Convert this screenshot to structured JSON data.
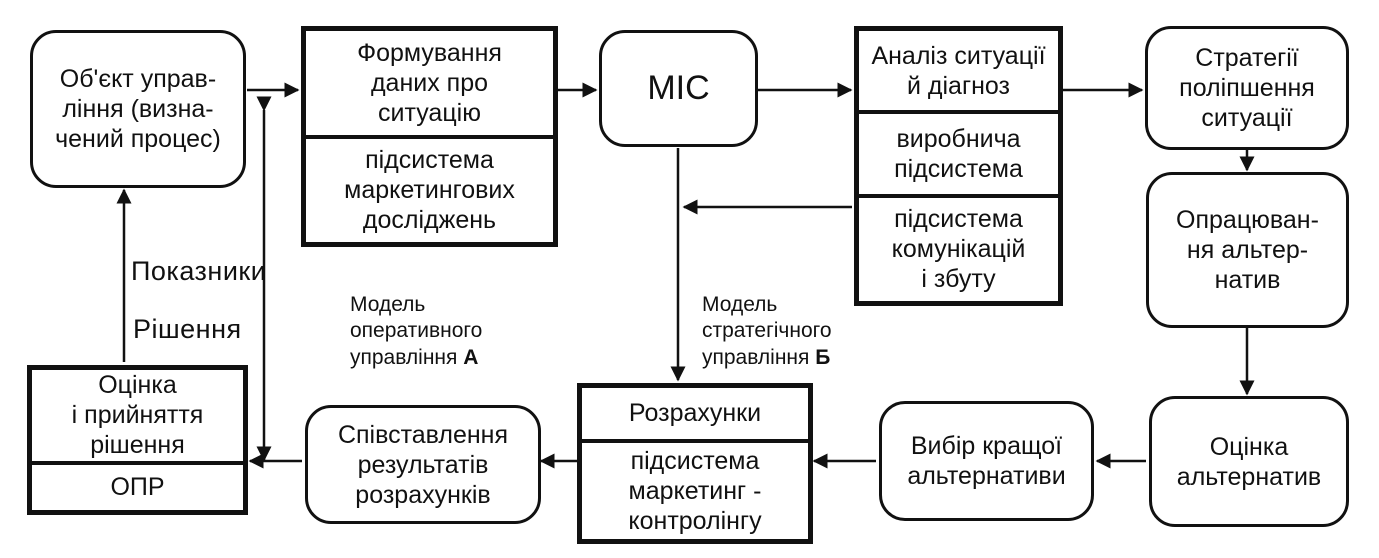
{
  "colors": {
    "line": "#111111",
    "background": "#ffffff"
  },
  "nodes": {
    "object": "Об'єкт управ-\nління (визна-\nчений процес)",
    "forming_top": "Формування\nданих про\nситуацію",
    "forming_bottom": "підсистема\nмаркетингових\nдосліджень",
    "mis": "МІС",
    "analysis_top": "Аналіз ситуації\nй діагноз",
    "analysis_mid": "виробнича\nпідсистема",
    "analysis_bottom": "підсистема\nкомунікацій\nі збуту",
    "strategies": "Стратегії\nполіпшення\nситуації",
    "elaboration": "Опрацюван-\nня альтер-\nнатив",
    "eval_alternatives": "Оцінка\nальтернатив",
    "choice": "Вибір кращої\nальтернативи",
    "calc_top": "Розрахунки",
    "calc_bottom": "підсистема\nмаркетинг -\nконтролінгу",
    "comparison": "Співставлення\nрезультатів\nрозрахунків",
    "decision_top": "Оцінка\nі прийняття\nрішення",
    "decision_bottom": "ОПР"
  },
  "labels": {
    "indicators": "Показники",
    "decisions": "Рішення",
    "model_a_text": "Модель\nоперативного\nуправління ",
    "model_a_letter": "А",
    "model_b_text": "Модель\nстратегічного\nуправління ",
    "model_b_letter": "Б"
  }
}
